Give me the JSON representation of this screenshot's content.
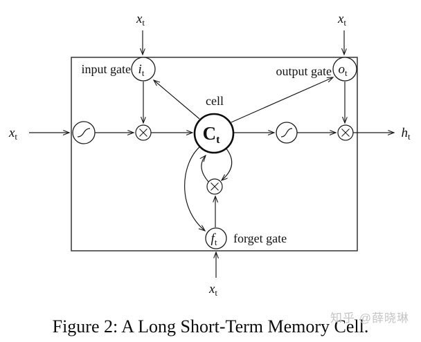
{
  "figure": {
    "caption": "Figure 2: A Long Short-Term Memory Cell.",
    "watermark": "知乎 @薛晓琳"
  },
  "diagram": {
    "cell": {
      "label": "cell",
      "symbol": "C",
      "sub": "t"
    },
    "gates": {
      "input": {
        "label": "input gate",
        "symbol": "i",
        "sub": "t"
      },
      "output": {
        "label": "output gate",
        "symbol": "o",
        "sub": "t"
      },
      "forget": {
        "label": "forget gate",
        "symbol": "f",
        "sub": "t"
      }
    },
    "input": {
      "symbol": "x",
      "sub": "t"
    },
    "output": {
      "symbol": "h",
      "sub": "t"
    },
    "colors": {
      "line": "#1a1a1a",
      "box": "#3f3f3f",
      "text": "#111111",
      "watermark": "#c5c5c5",
      "background": "#ffffff"
    }
  }
}
